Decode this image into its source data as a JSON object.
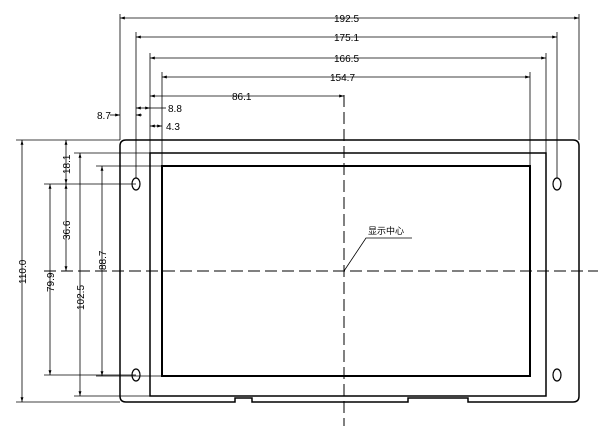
{
  "dimensions": {
    "horizontal": [
      {
        "id": "overall-width",
        "value": "192.5"
      },
      {
        "id": "mount-hole-spacing",
        "value": "175.1"
      },
      {
        "id": "bezel-width",
        "value": "166.5"
      },
      {
        "id": "active-area-width",
        "value": "154.7"
      },
      {
        "id": "center-offset",
        "value": "86.1"
      },
      {
        "id": "hole-to-edge",
        "value": "8.7"
      },
      {
        "id": "hole-to-bezel",
        "value": "8.8"
      },
      {
        "id": "bezel-to-area",
        "value": "4.3"
      }
    ],
    "vertical": [
      {
        "id": "overall-height",
        "value": "110.0"
      },
      {
        "id": "bezel-height",
        "value": "102.5"
      },
      {
        "id": "active-area-height",
        "value": "88.7"
      },
      {
        "id": "mount-hole-vertical",
        "value": "79.9"
      },
      {
        "id": "center-from-hole",
        "value": "36.6"
      },
      {
        "id": "top-margin",
        "value": "18.1"
      }
    ]
  },
  "annotations": {
    "display_center": "显示中心"
  }
}
